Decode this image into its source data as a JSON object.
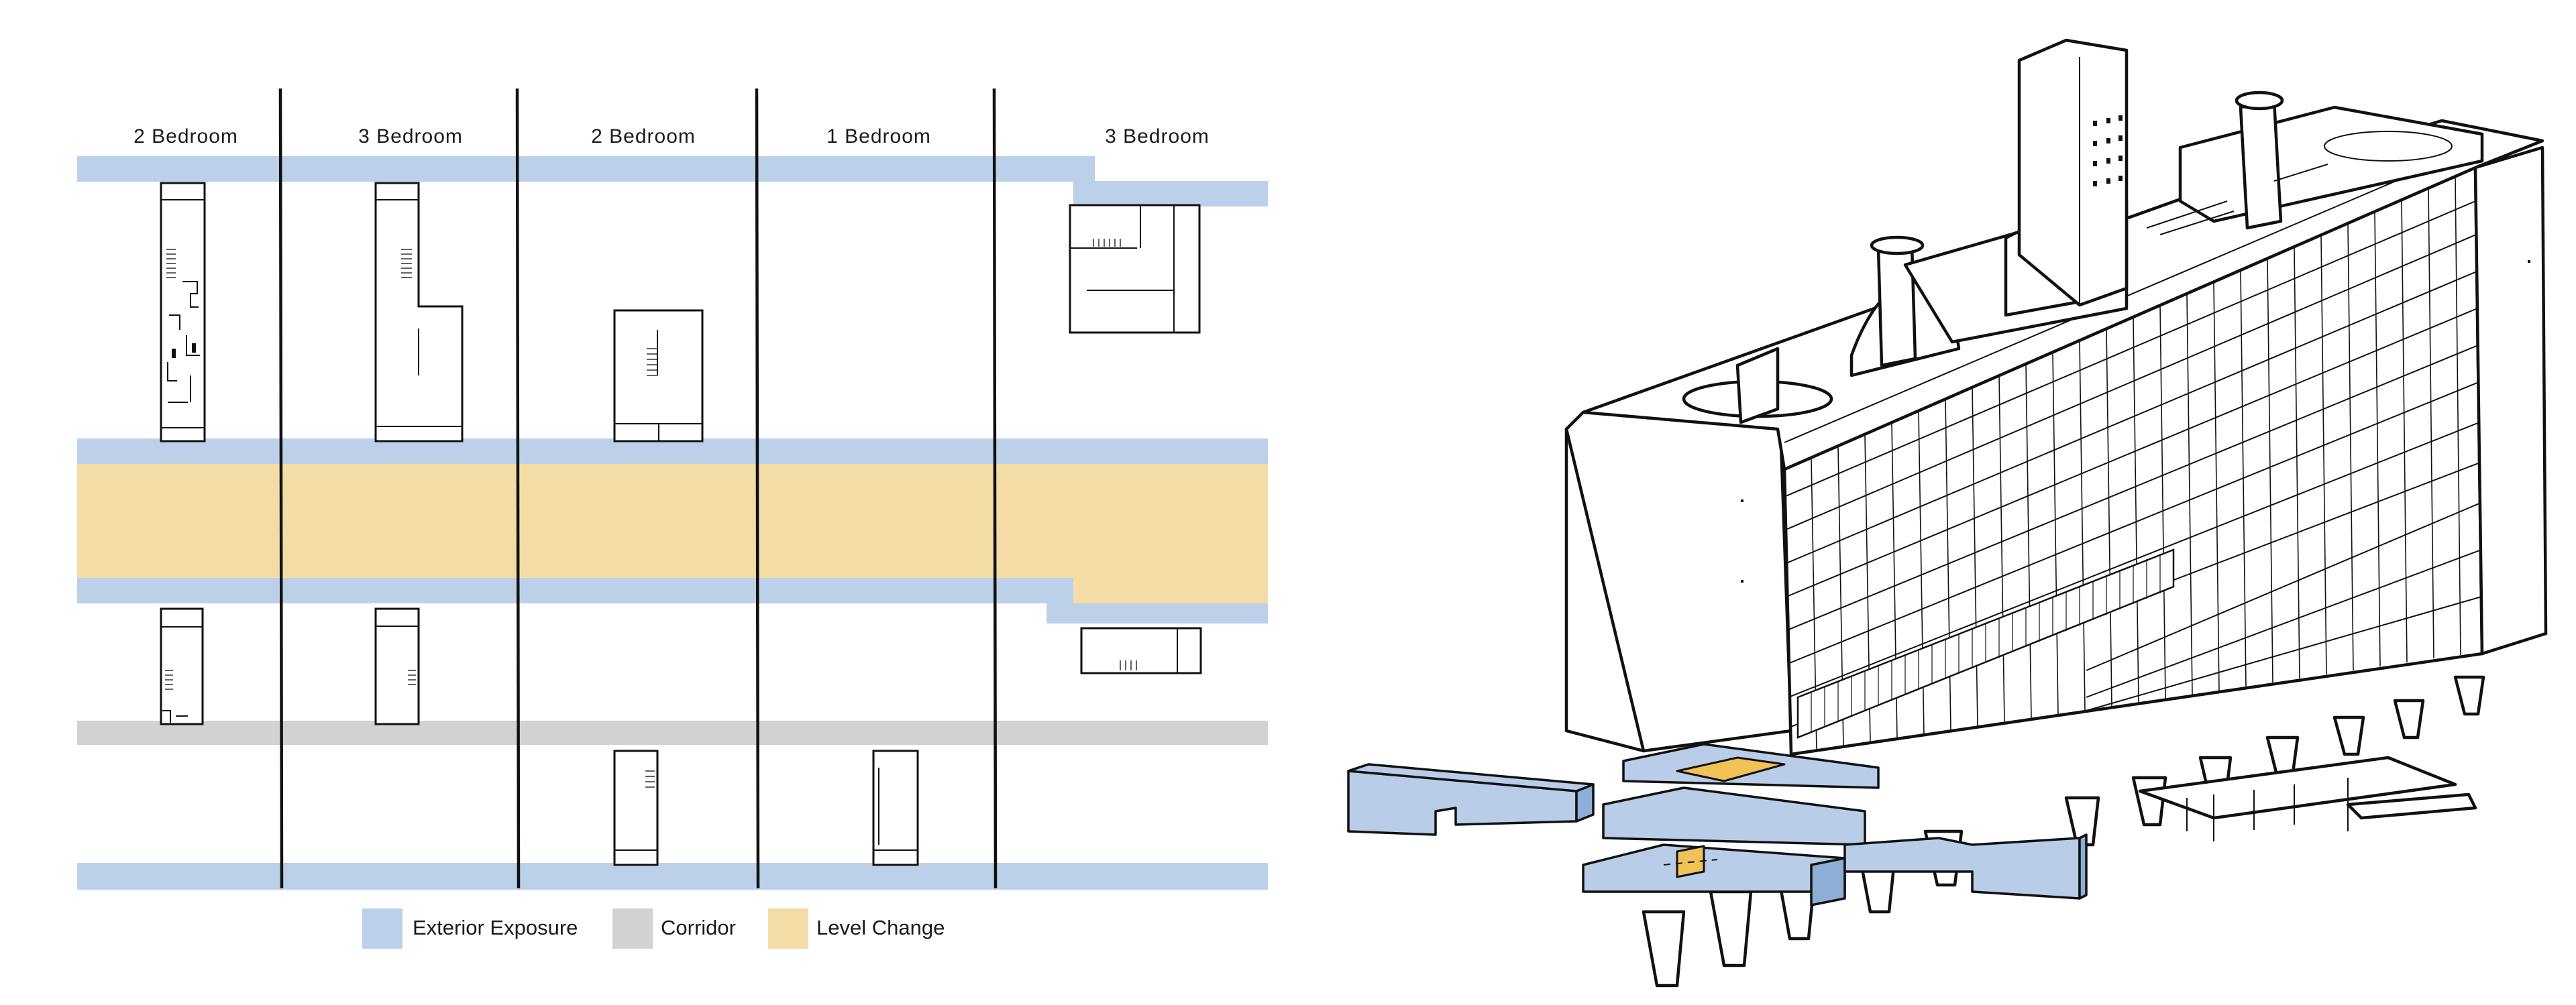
{
  "columns": [
    {
      "label": "2 Bedroom"
    },
    {
      "label": "3 Bedroom"
    },
    {
      "label": "2 Bedroom"
    },
    {
      "label": "1 Bedroom"
    },
    {
      "label": "3 Bedroom"
    }
  ],
  "legend": [
    {
      "label": "Exterior Exposure",
      "color": "#bcd0ea"
    },
    {
      "label": "Corridor",
      "color": "#d2d2d2"
    },
    {
      "label": "Level Change",
      "color": "#f4dca6"
    }
  ],
  "colors": {
    "exposure": "#bcd0ea",
    "corridor": "#d2d2d2",
    "level_change": "#f4dca6",
    "block_fill": "#b9cde8",
    "level_change_block": "#f0c257"
  }
}
